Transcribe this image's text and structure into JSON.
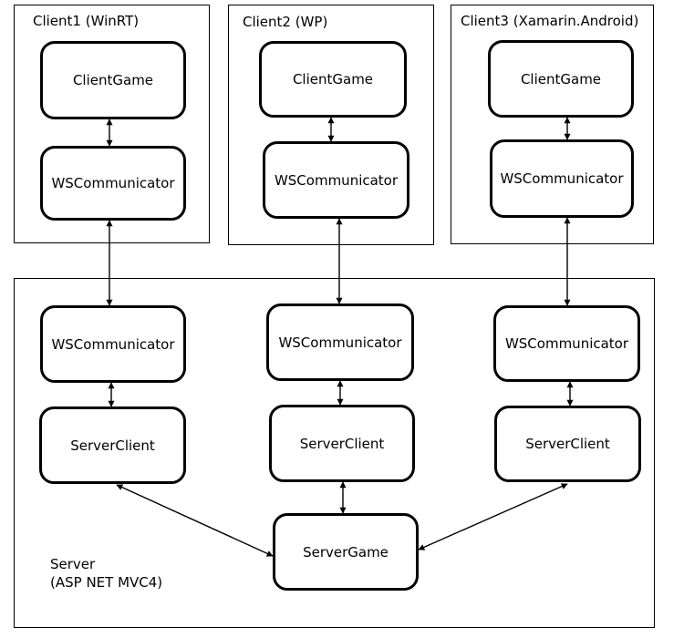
{
  "clients": [
    {
      "title": "Client1 (WinRT)",
      "game": "ClientGame",
      "communicator": "WSCommunicator"
    },
    {
      "title": "Client2 (WP)",
      "game": "ClientGame",
      "communicator": "WSCommunicator"
    },
    {
      "title": "Client3 (Xamarin.Android)",
      "game": "ClientGame",
      "communicator": "WSCommunicator"
    }
  ],
  "server": {
    "title_line1": "Server",
    "title_line2": "(ASP NET MVC4)",
    "communicators": [
      "WSCommunicator",
      "WSCommunicator",
      "WSCommunicator"
    ],
    "server_clients": [
      "ServerClient",
      "ServerClient",
      "ServerClient"
    ],
    "game": "ServerGame"
  }
}
